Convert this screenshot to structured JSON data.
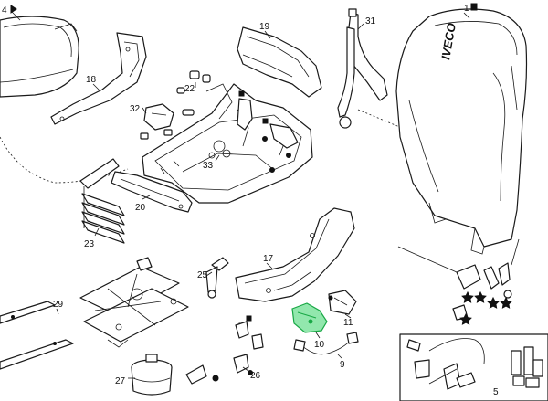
{
  "brand_text": "IVECO",
  "highlight_color": "#39d36a",
  "callouts": [
    {
      "id": "c1",
      "text": "1"
    },
    {
      "id": "c4",
      "text": "4"
    },
    {
      "id": "c5",
      "text": "5"
    },
    {
      "id": "c9",
      "text": "9"
    },
    {
      "id": "c10",
      "text": "10"
    },
    {
      "id": "c11",
      "text": "11"
    },
    {
      "id": "c17",
      "text": "17"
    },
    {
      "id": "c18",
      "text": "18"
    },
    {
      "id": "c19",
      "text": "19"
    },
    {
      "id": "c20",
      "text": "20"
    },
    {
      "id": "c22",
      "text": "22"
    },
    {
      "id": "c23",
      "text": "23"
    },
    {
      "id": "c25",
      "text": "25"
    },
    {
      "id": "c26",
      "text": "26"
    },
    {
      "id": "c27",
      "text": "27"
    },
    {
      "id": "c29",
      "text": "29"
    },
    {
      "id": "c31",
      "text": "31"
    },
    {
      "id": "c32",
      "text": "32"
    },
    {
      "id": "c33",
      "text": "33"
    }
  ]
}
